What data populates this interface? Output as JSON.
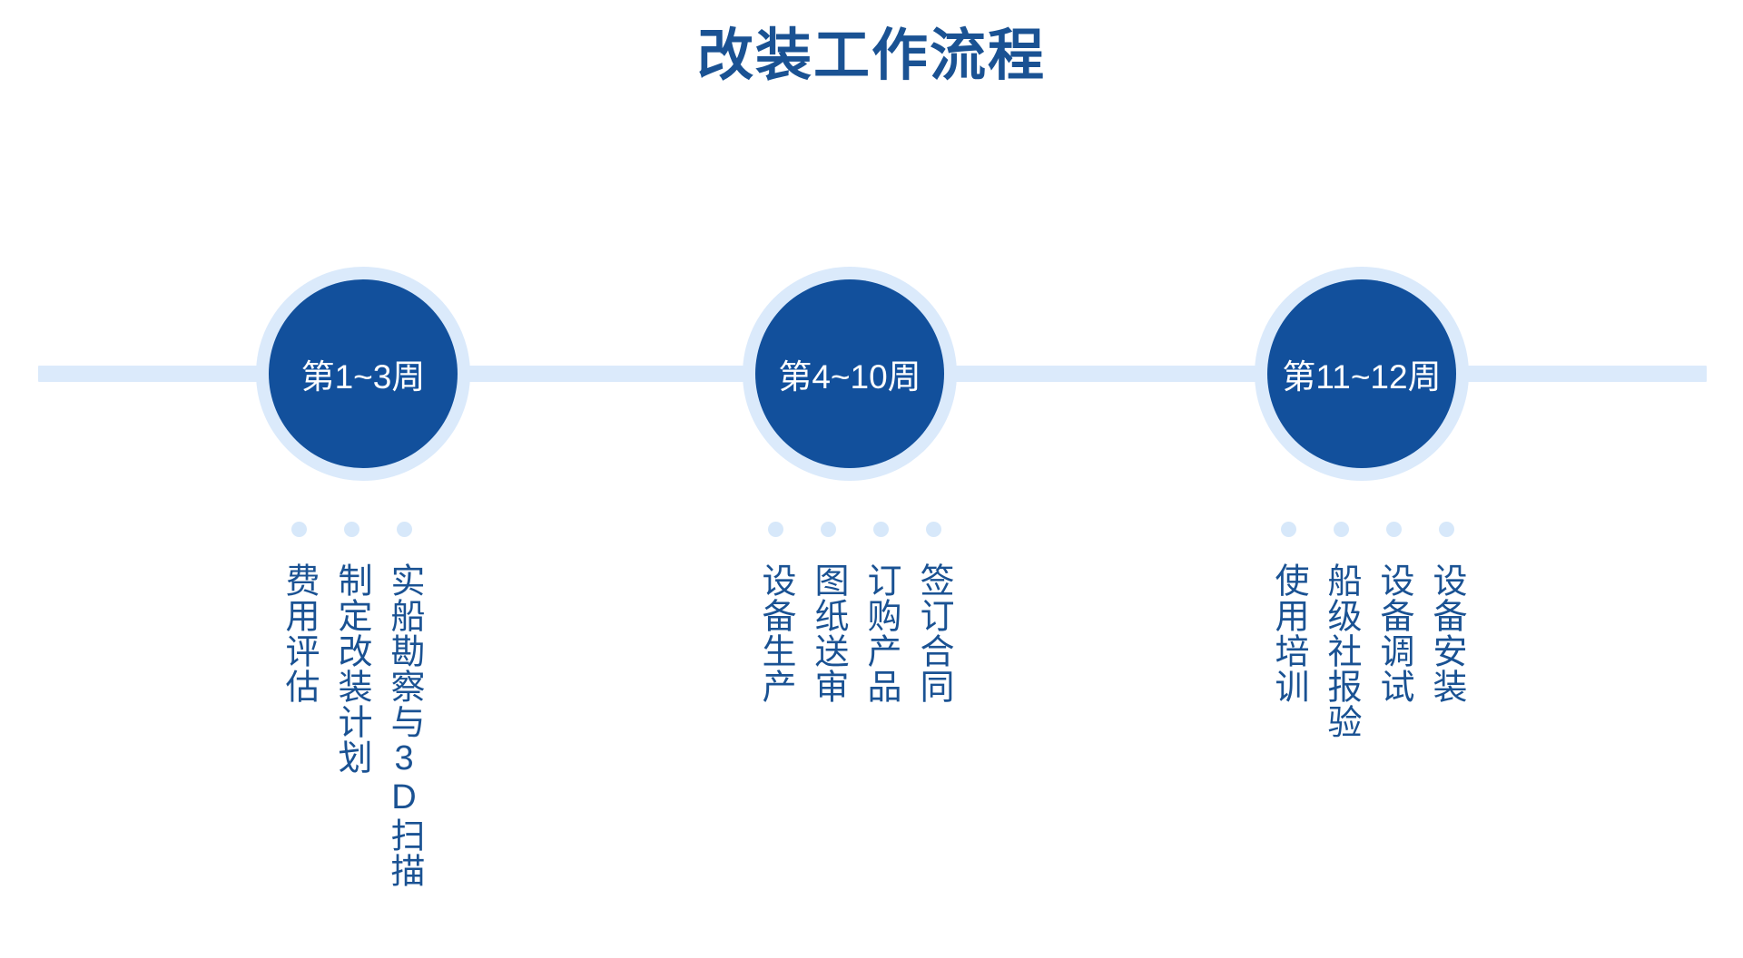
{
  "title": "改装工作流程",
  "colors": {
    "accent_dark": "#12509c",
    "accent_light": "#dbeafb",
    "text_blue": "#1a5293",
    "dot": "#d7e8fa",
    "background": "#ffffff"
  },
  "timeline": {
    "axis_label": "timeline-axis",
    "milestones": [
      {
        "id": "milestone-1",
        "label": "第1~3周",
        "tasks": [
          "实船勘察与3D扫描",
          "制定改装计划",
          "费用评估"
        ]
      },
      {
        "id": "milestone-2",
        "label": "第4~10周",
        "tasks": [
          "签订合同",
          "订购产品",
          "图纸送审",
          "设备生产"
        ]
      },
      {
        "id": "milestone-3",
        "label": "第11~12周",
        "tasks": [
          "设备安装",
          "设备调试",
          "船级社报验",
          "使用培训"
        ]
      }
    ]
  }
}
